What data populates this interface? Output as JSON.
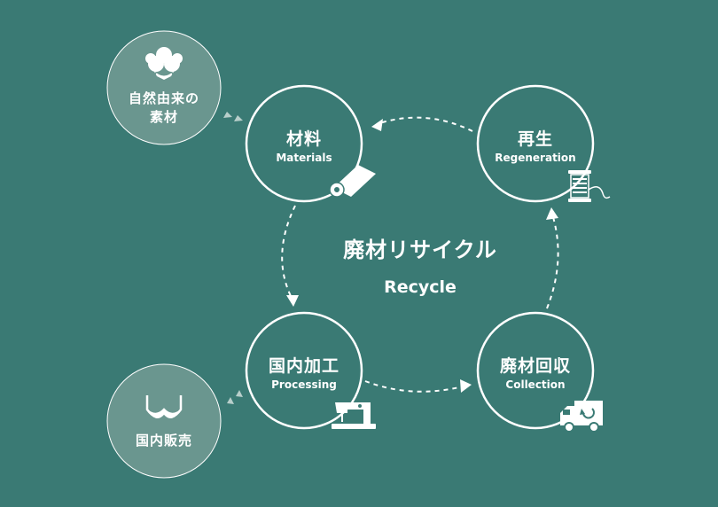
{
  "center": {
    "title": "廃材リサイクル",
    "subtitle": "Recycle"
  },
  "nodes": {
    "materials": {
      "ja": "材料",
      "en": "Materials",
      "icon": "fabric-roll-icon"
    },
    "regeneration": {
      "ja": "再生",
      "en": "Regeneration",
      "icon": "thread-spool-icon"
    },
    "processing": {
      "ja": "国内加工",
      "en": "Processing",
      "icon": "sewing-machine-icon"
    },
    "collection": {
      "ja": "廃材回収",
      "en": "Collection",
      "icon": "collection-truck-icon"
    }
  },
  "side_nodes": {
    "natural": {
      "line1": "自然由来の",
      "line2": "素材",
      "icon": "cotton-icon"
    },
    "sales": {
      "line1": "国内販売",
      "icon": "bra-icon"
    }
  },
  "colors": {
    "background": "#3a7a74",
    "side_circle": "#6a968f",
    "line": "#ffffff"
  }
}
